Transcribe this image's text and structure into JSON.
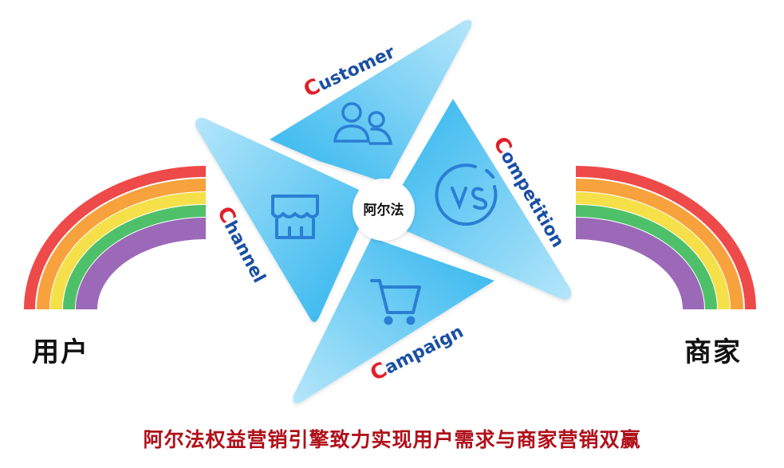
{
  "center_label": "阿尔法",
  "left_label": "用户",
  "right_label": "商家",
  "slogan": "阿尔法权益营销引擎致力实现用户需求与商家营销双赢",
  "segments": {
    "customer": {
      "first": "C",
      "rest": "ustomer",
      "icon": "users-icon"
    },
    "competition": {
      "first": "C",
      "rest": "ompetition",
      "icon": "vs-icon"
    },
    "campaign": {
      "first": "C",
      "rest": "ampaign",
      "icon": "cart-icon"
    },
    "channel": {
      "first": "C",
      "rest": "hannel",
      "icon": "store-icon"
    }
  },
  "colors": {
    "accent_red": "#e0202a",
    "label_blue": "#1a4fa3",
    "blade_light": "#a9e0f8",
    "blade_dark": "#2fb5ee",
    "rainbow": [
      "#ee4a4a",
      "#f7a23c",
      "#f5e04a",
      "#4fc06a",
      "#9b69b8"
    ]
  }
}
